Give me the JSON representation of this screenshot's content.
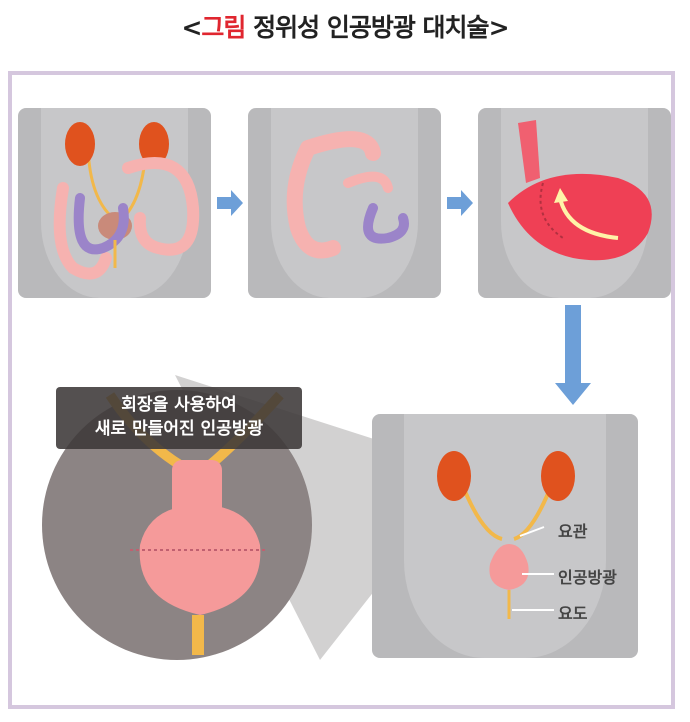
{
  "title": {
    "open": "<",
    "accent": "그림",
    "rest": " 정위성 인공방광 대치술",
    "close": ">"
  },
  "callout": {
    "line1": "회장을 사용하여",
    "line2": "새로 만들어진 인공방광"
  },
  "labels": {
    "ureter": "요관",
    "neobladder": "인공방광",
    "urethra": "요도"
  },
  "colors": {
    "accent": "#e0262f",
    "frame": "#d5c7de",
    "arrow": "#6d9fd8",
    "kidney": "#e0521e",
    "ureter": "#f2b84a",
    "bowel": "#f6b2b0",
    "ileum": "#9b84c9",
    "bladder": "#f59a9a"
  }
}
